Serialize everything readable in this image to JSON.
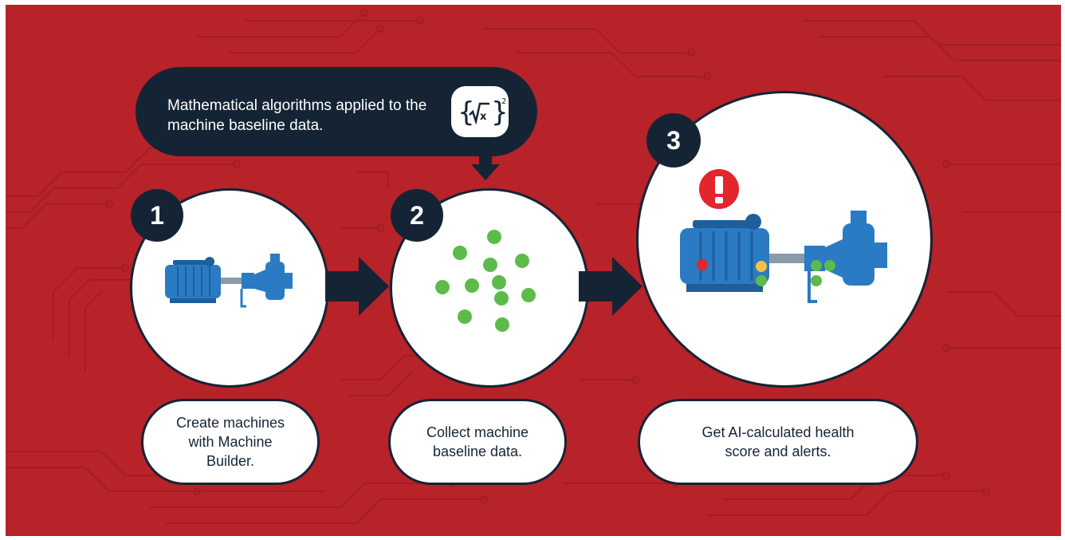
{
  "colors": {
    "background": "#b82229",
    "trace": "#a31d23",
    "navy": "#152435",
    "white": "#ffffff",
    "motor_blue": "#2a7bc4",
    "dot_green": "#5dbb4b",
    "dot_yellow": "#f6c244",
    "dot_red": "#e2262b"
  },
  "callout": {
    "text": "Mathematical algorithms applied to the machine baseline data.",
    "icon": "square-root-formula-icon"
  },
  "steps": [
    {
      "number": "1",
      "caption": "Create machines with Machine Builder.",
      "icon": "pump-motor-icon"
    },
    {
      "number": "2",
      "caption": "Collect machine baseline data.",
      "icon": "data-points-icon"
    },
    {
      "number": "3",
      "caption": "Get AI-calculated health score and alerts.",
      "icon": "pump-motor-alert-icon"
    }
  ],
  "alert": {
    "symbol": "!"
  },
  "icons": [
    "arrow-right-icon",
    "arrow-down-icon",
    "exclamation-icon"
  ]
}
